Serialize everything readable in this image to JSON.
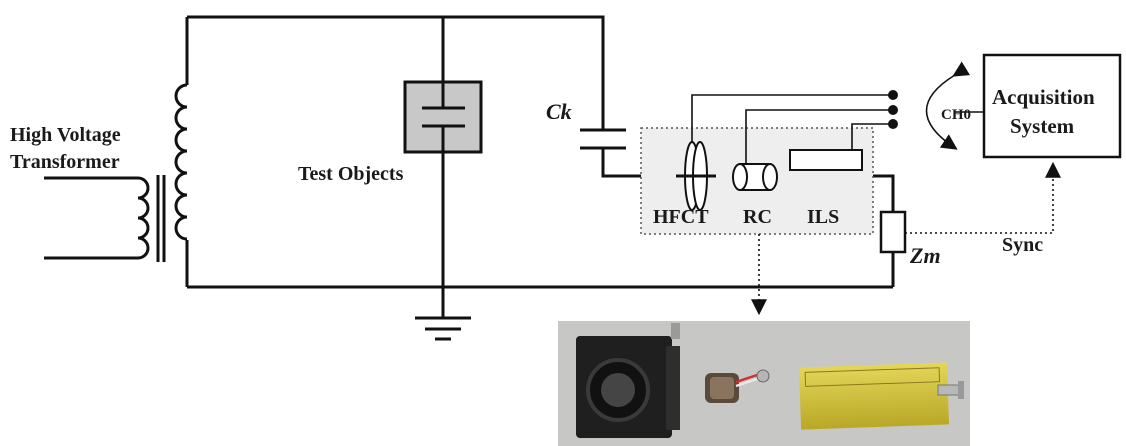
{
  "labels": {
    "transformer_line1": "High Voltage",
    "transformer_line2": "Transformer",
    "test_objects": "Test Objects",
    "ck": "Ck",
    "hfct": "HFCT",
    "rc": "RC",
    "ils": "ILS",
    "zm": "Zm",
    "sync": "Sync",
    "ch0": "CH0",
    "acquisition_line1": "Acquisition",
    "acquisition_line2": "System"
  },
  "colors": {
    "wire": "#111111",
    "sensor_box": "#eeeeee",
    "test_object_fill": "#c8c8c8",
    "photo_bg": "#c7c7c5",
    "ils_yellow": "#d7c83a"
  }
}
